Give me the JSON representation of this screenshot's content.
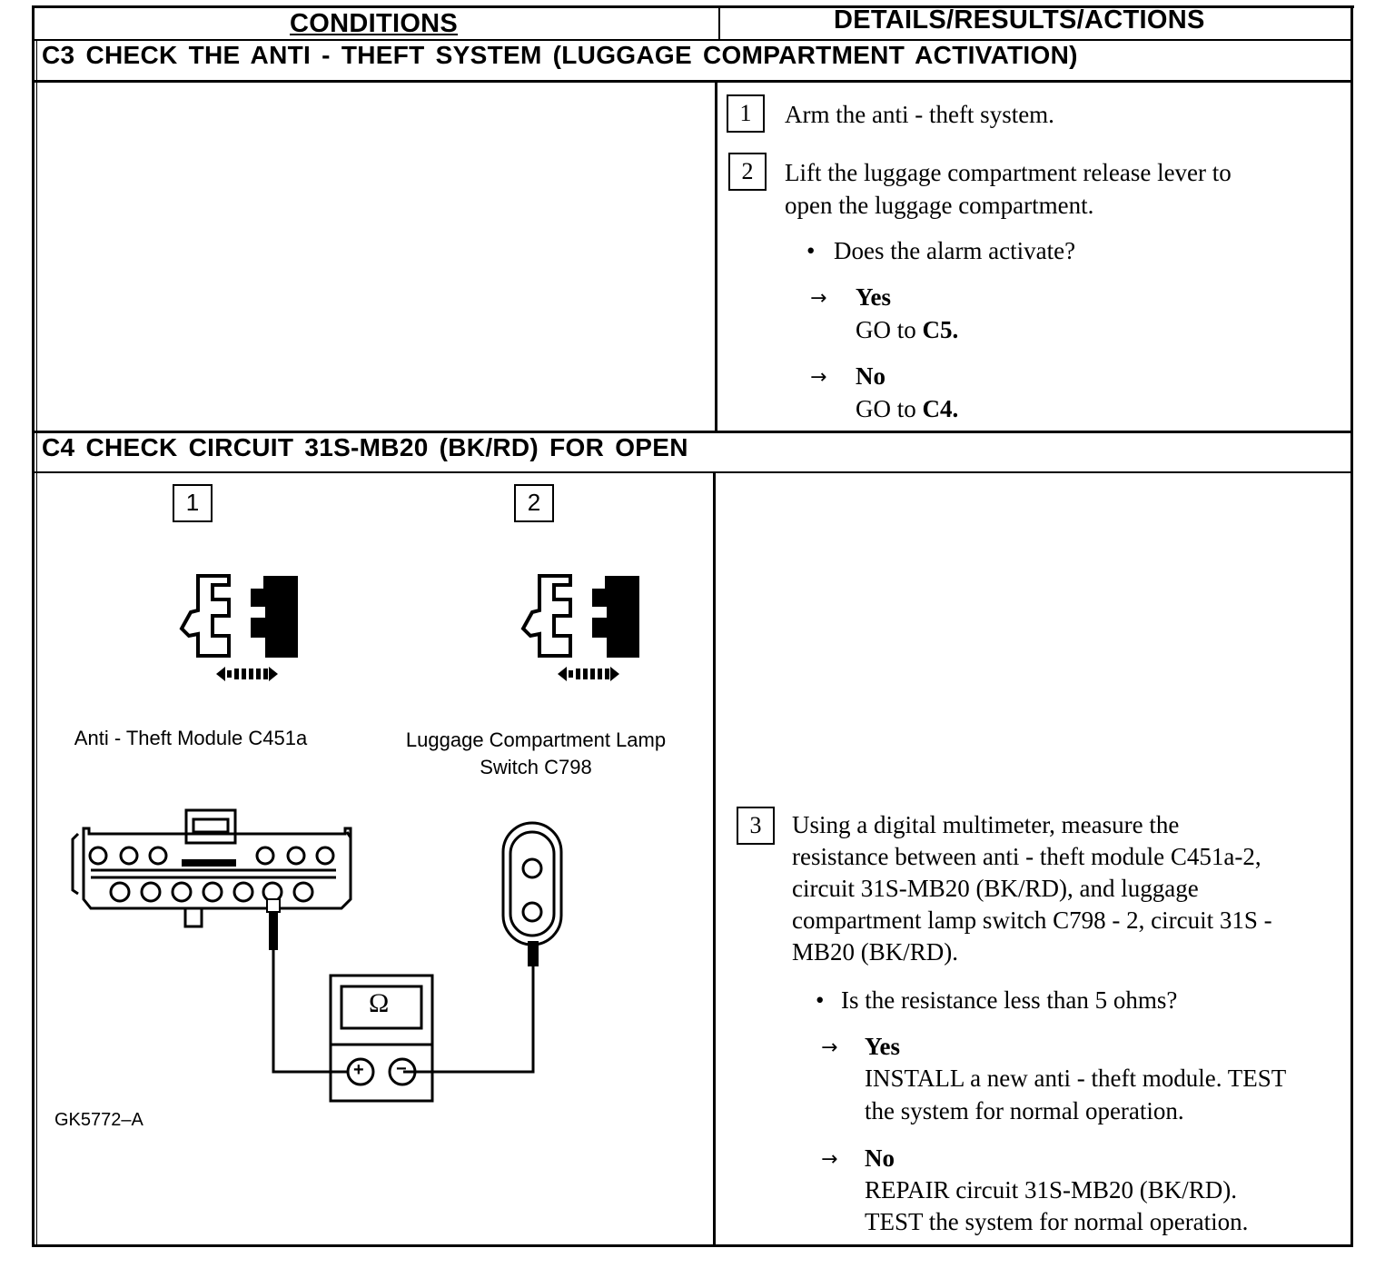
{
  "header": {
    "conditions": "CONDITIONS",
    "details": "DETAILS/RESULTS/ACTIONS"
  },
  "c3": {
    "title": "C3   CHECK THE ANTI - THEFT SYSTEM (LUGGAGE COMPARTMENT ACTIVATION)",
    "step1_num": "1",
    "step1_text": "Arm the anti - theft system.",
    "step2_num": "2",
    "step2_text_line1": "Lift the luggage compartment release lever to",
    "step2_text_line2": "open the luggage compartment.",
    "question": "Does the alarm activate?",
    "yes_label": "Yes",
    "yes_action_prefix": "GO to ",
    "yes_action_target": "C5.",
    "no_label": "No",
    "no_action_prefix": "GO to ",
    "no_action_target": "C4."
  },
  "c4": {
    "title": "C4   CHECK CIRCUIT 31S-MB20 (BK/RD) FOR OPEN",
    "diagram": {
      "box1": "1",
      "box2": "2",
      "caption1": "Anti - Theft Module C451a",
      "caption2_line1": "Luggage Compartment Lamp",
      "caption2_line2": "Switch C798",
      "ohm_symbol": "Ω",
      "plus": "+",
      "minus": "−",
      "figure_id": "GK5772–A"
    },
    "step3_num": "3",
    "step3_lines": [
      "Using a digital multimeter, measure the",
      "resistance between anti - theft module C451a-2,",
      "circuit 31S-MB20 (BK/RD), and luggage",
      "compartment lamp switch C798 - 2, circuit 31S -",
      "MB20 (BK/RD)."
    ],
    "question": "Is the resistance less than 5 ohms?",
    "yes_label": "Yes",
    "yes_action_line1": "INSTALL a new anti - theft module. TEST",
    "yes_action_line2": "the system for normal operation.",
    "no_label": "No",
    "no_action_line1": "REPAIR circuit 31S-MB20 (BK/RD).",
    "no_action_line2": "TEST the system for normal operation."
  },
  "arrow_glyph": "→",
  "bullet_glyph": "•"
}
